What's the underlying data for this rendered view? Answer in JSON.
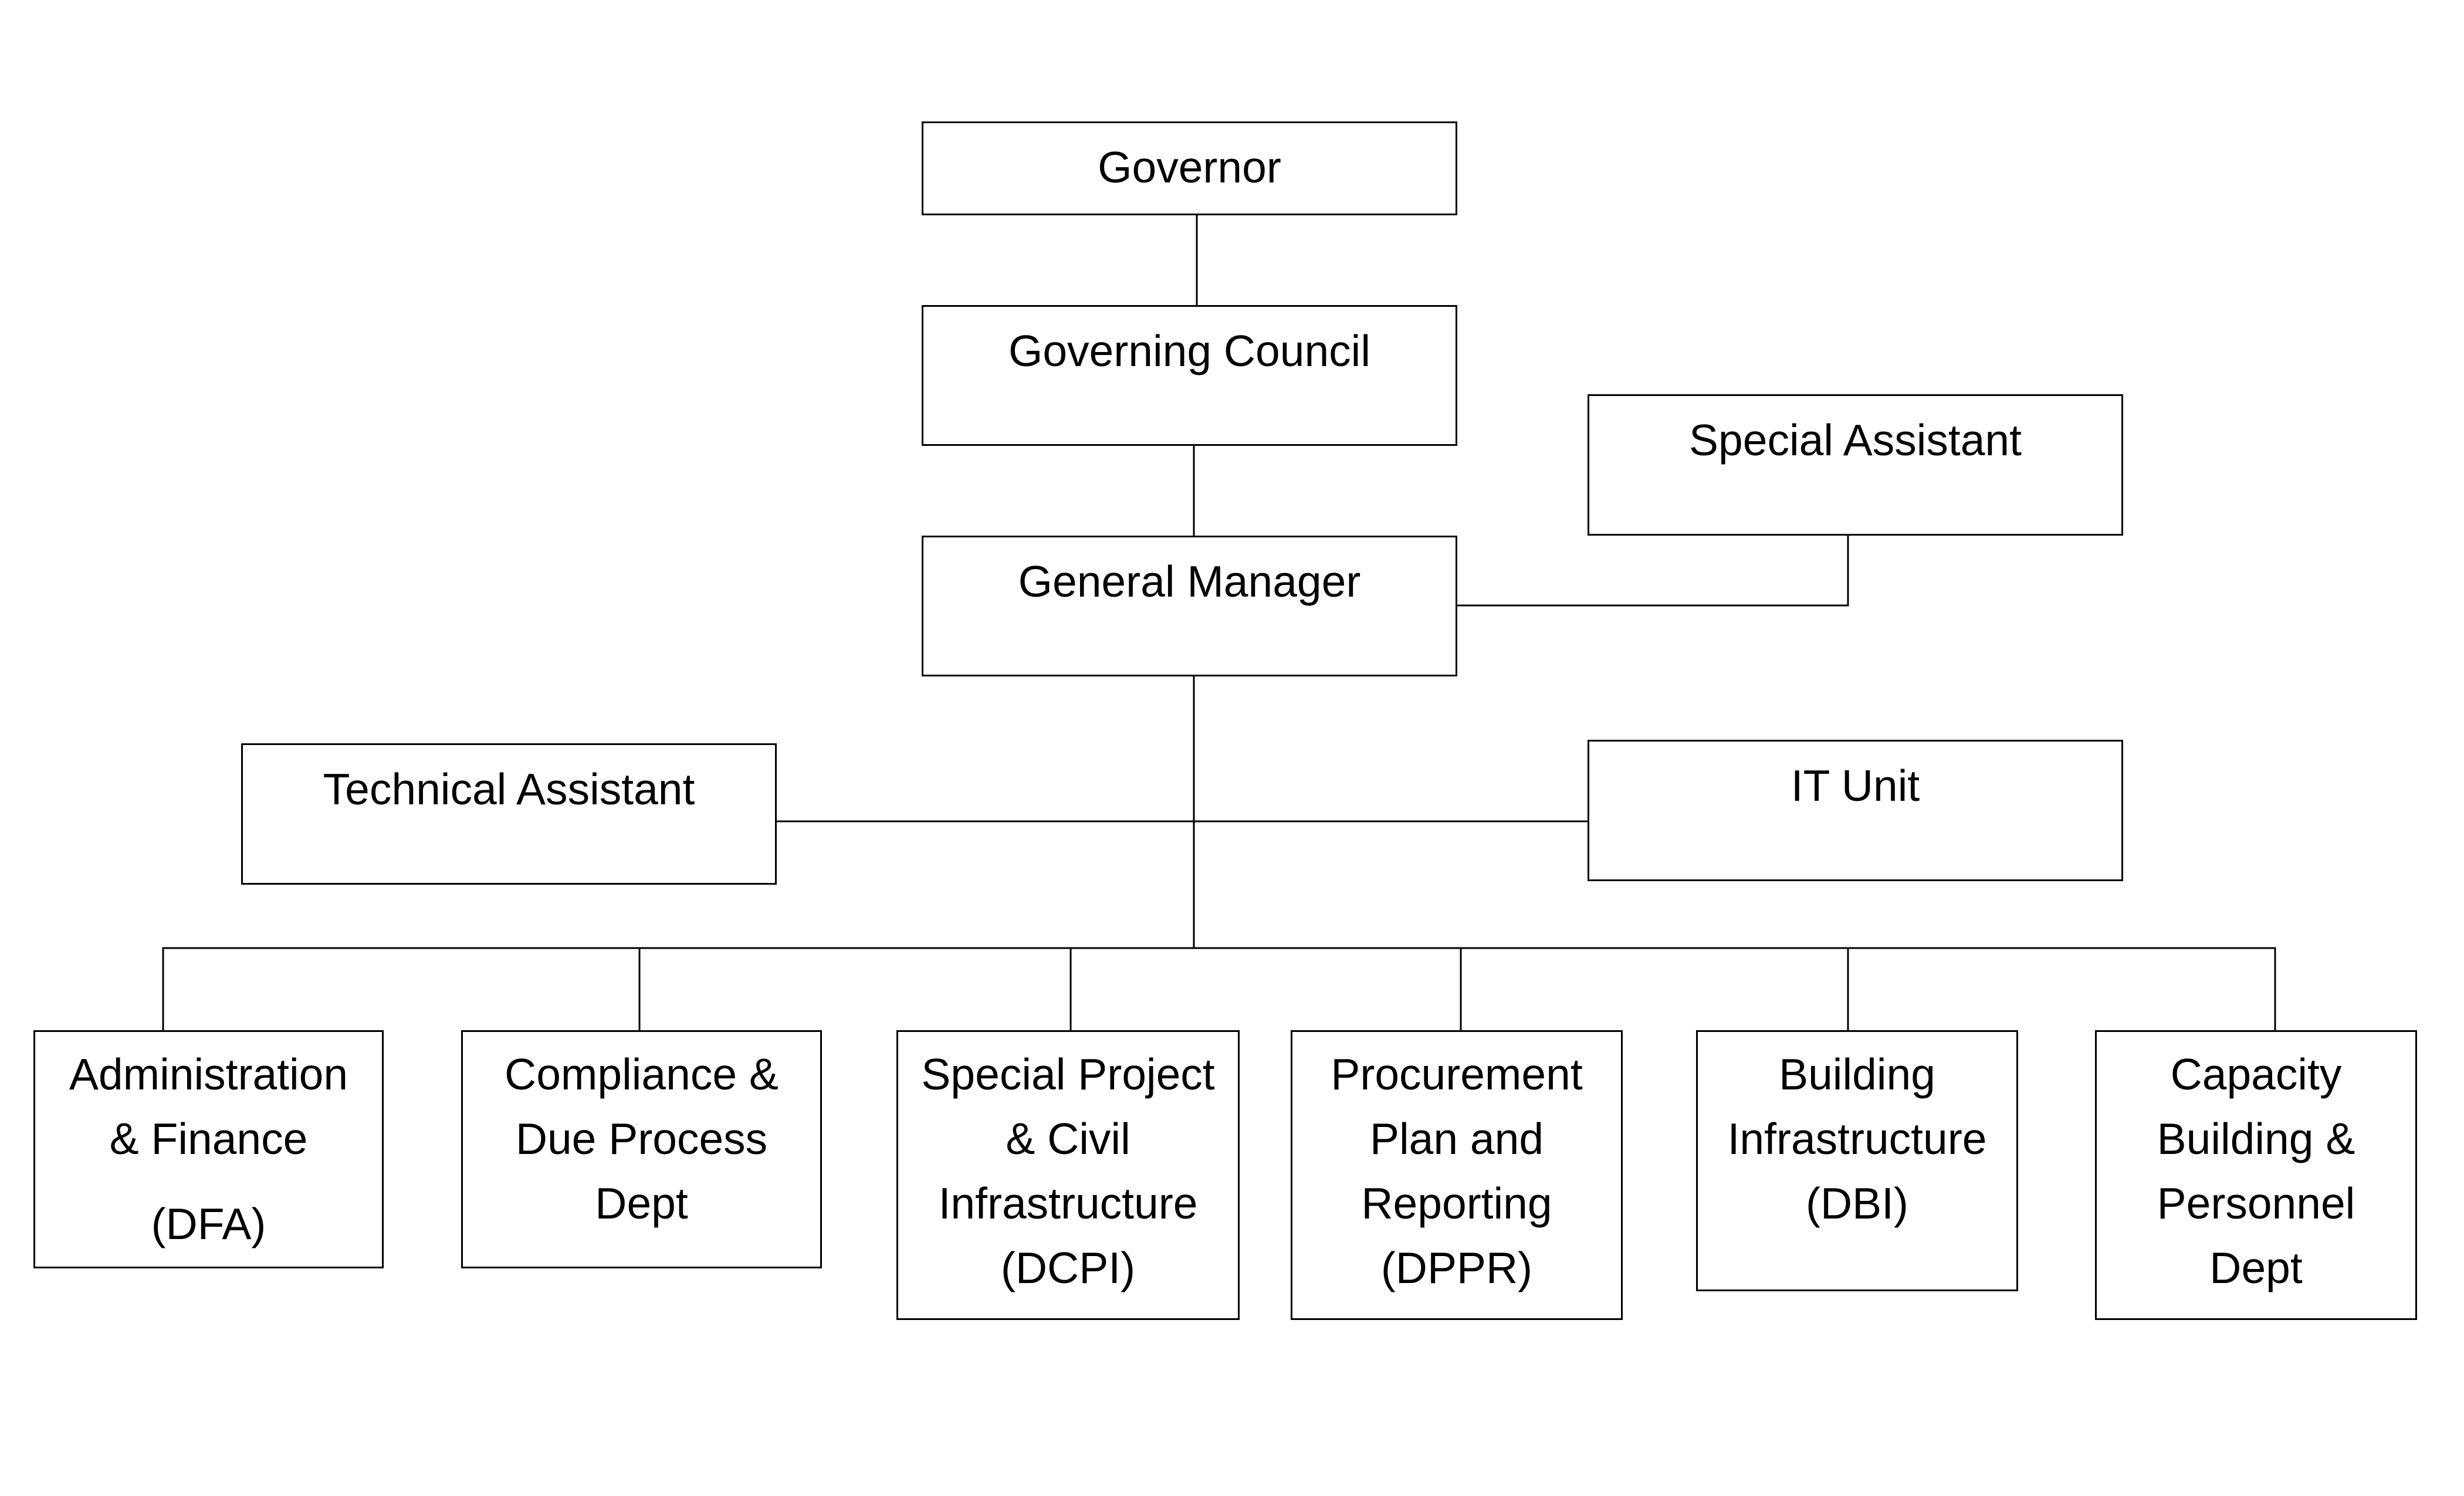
{
  "diagram": {
    "governor": {
      "label": "Governor"
    },
    "governing_council": {
      "label": "Governing Council"
    },
    "general_manager": {
      "label": "General Manager"
    },
    "special_assistant": {
      "label": "Special Assistant"
    },
    "technical_assistant": {
      "label": "Technical Assistant"
    },
    "it_unit": {
      "label": "IT Unit"
    },
    "departments": [
      {
        "lines": [
          "Administration",
          "& Finance",
          "(DFA)"
        ]
      },
      {
        "lines": [
          "Compliance &",
          "Due Process",
          "Dept"
        ]
      },
      {
        "lines": [
          "Special Project",
          "& Civil",
          "Infrastructure",
          "(DCPI)"
        ]
      },
      {
        "lines": [
          "Procurement",
          "Plan and",
          "Reporting",
          "(DPPR)"
        ]
      },
      {
        "lines": [
          "Building",
          "Infrastructure",
          "(DBI)"
        ]
      },
      {
        "lines": [
          "Capacity",
          "Building &",
          "Personnel",
          "Dept"
        ]
      }
    ]
  }
}
